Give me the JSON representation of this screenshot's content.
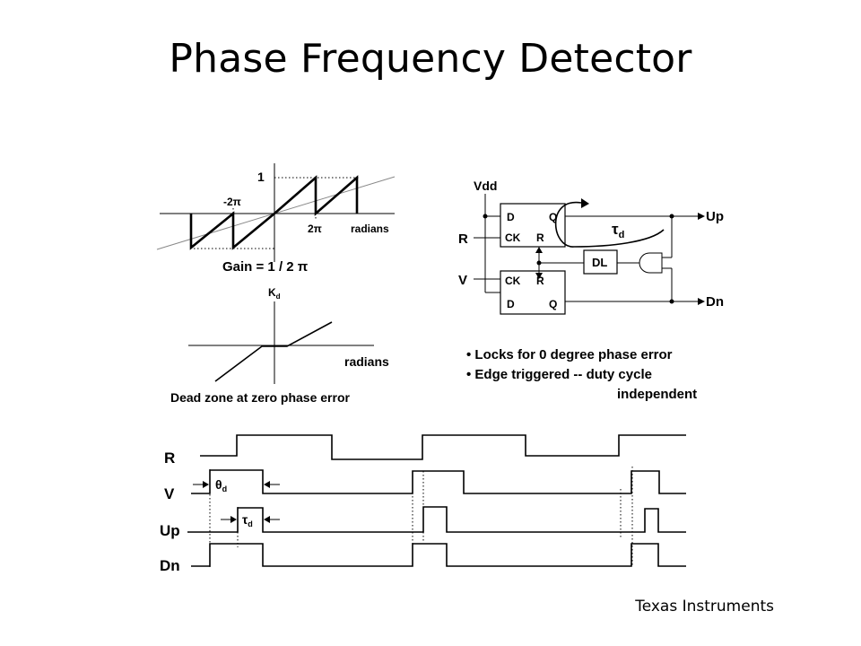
{
  "slide": {
    "title": "Phase Frequency Detector",
    "credit": "Texas Instruments"
  },
  "transfer_plot": {
    "y_tick": "1",
    "neg_tick": "-2π",
    "pos_tick": "2π",
    "x_label": "radians",
    "gain_text": "Gain = 1 / 2 π"
  },
  "deadzone_plot": {
    "y_label": "K",
    "y_label_sub": "d",
    "x_label": "radians",
    "caption": "Dead zone at zero phase error"
  },
  "circuit": {
    "vdd": "Vdd",
    "input_r": "R",
    "input_v": "V",
    "ff_top": {
      "d": "D",
      "q": "Q",
      "ck": "CK",
      "r": "R"
    },
    "ff_bottom": {
      "ck": "CK",
      "r": "R",
      "d": "D",
      "q": "Q"
    },
    "delay": "DL",
    "tau": "τ",
    "tau_sub": "d",
    "out_up": "Up",
    "out_dn": "Dn"
  },
  "bullets": [
    "•  Locks for 0 degree phase error",
    "• Edge triggered -- duty cycle",
    "independent"
  ],
  "timing": {
    "signals": [
      "R",
      "V",
      "Up",
      "Dn"
    ],
    "theta": "θ",
    "theta_sub": "d",
    "tau": "τ",
    "tau_sub": "d"
  }
}
